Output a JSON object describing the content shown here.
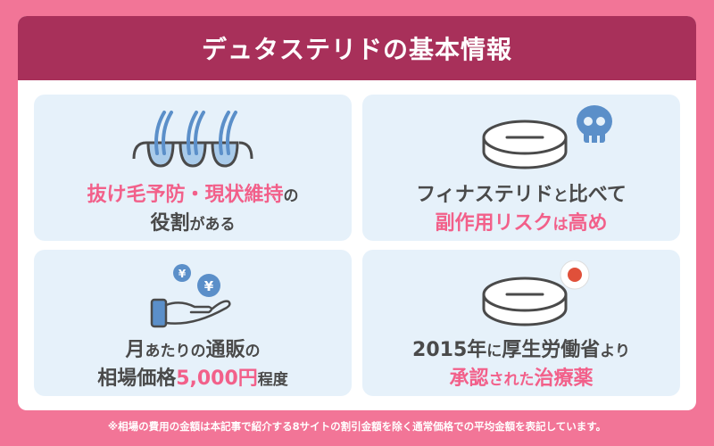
{
  "header": {
    "title": "デュタステリドの基本情報"
  },
  "cards": [
    {
      "icon": "hair-follicles-icon",
      "line1": {
        "a_pink": "抜け毛予防・現状維持",
        "b": "の"
      },
      "line2": {
        "a": "役割",
        "b": "がある"
      }
    },
    {
      "icon": "pill-with-skull-icon",
      "line1": {
        "a": "フィナステリド",
        "b": "と",
        "c": "比べて"
      },
      "line2": {
        "a_pink": "副作用リスク",
        "b": "は",
        "c_pink": "高め"
      }
    },
    {
      "icon": "hand-with-yen-coins-icon",
      "line1": {
        "a": "月",
        "b": "あたりの",
        "c": "通販",
        "d": "の"
      },
      "line2": {
        "a": "相場価格",
        "b_pink": "5,000円",
        "c": "程度"
      }
    },
    {
      "icon": "pill-with-japan-flag-icon",
      "line1": {
        "a": "2015年",
        "b": "に",
        "c": "厚生労働省",
        "d": "より"
      },
      "line2": {
        "a_pink": "承認",
        "b": "された",
        "c_pink": "治療薬"
      }
    }
  ],
  "footnote": "※相場の費用の金額は本記事で紹介する8サイトの割引金額を除く通常価格での平均金額を表記しています。",
  "colors": {
    "background": "#f27597",
    "header": "#a8305a",
    "card": "#e6f1fa",
    "accent_pink": "#f2608a",
    "icon_blue": "#5b8fc9",
    "text_dark": "#4a4a4a"
  }
}
